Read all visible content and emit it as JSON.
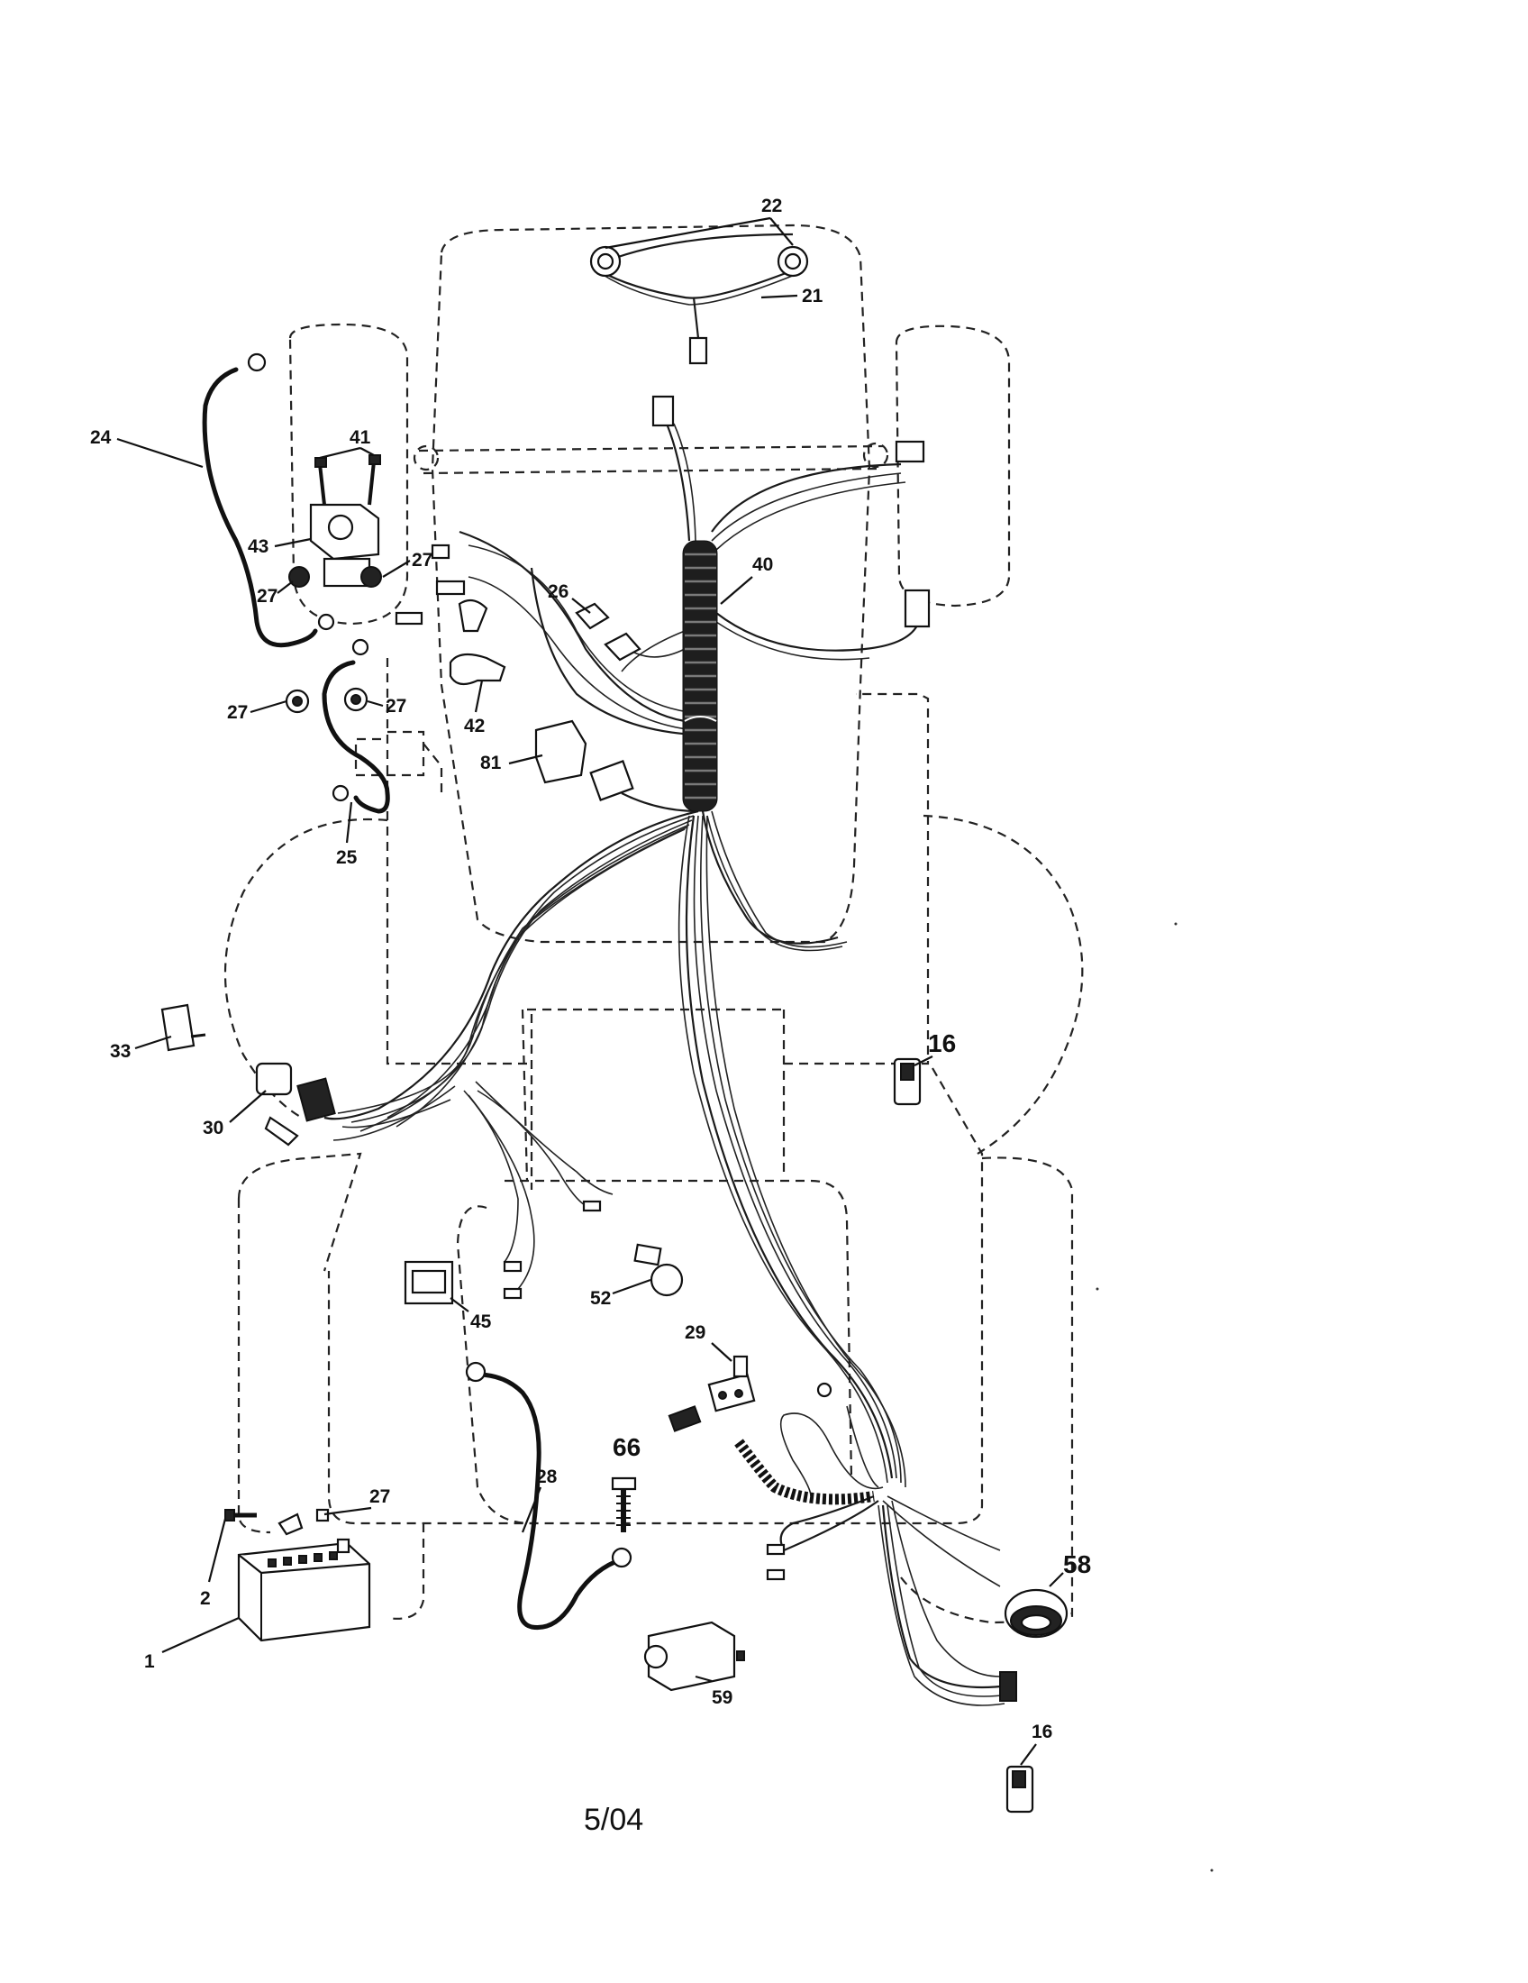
{
  "callouts": {
    "c22": "22",
    "c21": "21",
    "c24": "24",
    "c41": "41",
    "c43": "43",
    "c27a": "27",
    "c27b": "27",
    "c27c": "27",
    "c27d": "27",
    "c27e": "27",
    "c40": "40",
    "c26": "26",
    "c42": "42",
    "c81": "81",
    "c25": "25",
    "c33": "33",
    "c30": "30",
    "c16a": "16",
    "c16b": "16",
    "c45": "45",
    "c52": "52",
    "c29": "29",
    "c66": "66",
    "c28": "28",
    "c2": "2",
    "c1": "1",
    "c58": "58",
    "c59": "59"
  },
  "footer": {
    "date": "5/04"
  }
}
